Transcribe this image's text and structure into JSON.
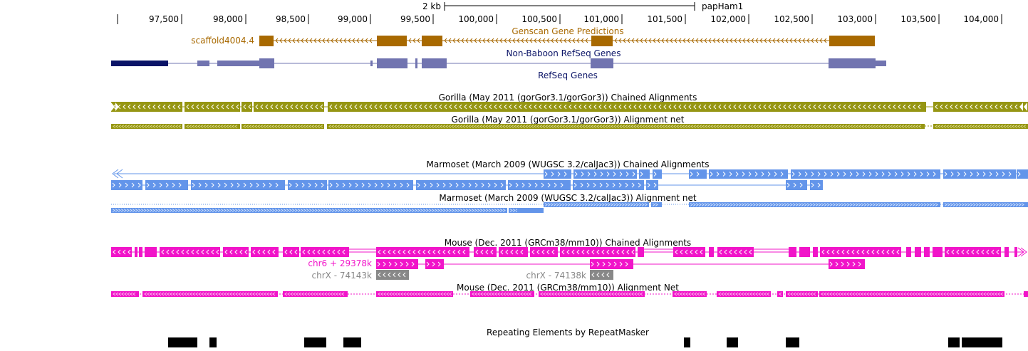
{
  "colors": {
    "genscan": "#A86900",
    "refseq_other": "#0B1467",
    "refseq": "#7174B0",
    "gorilla": "#969613",
    "marmoset": "#6395EA",
    "mouse": "#F114C9",
    "gray": "#888888",
    "repeat": "#000000"
  },
  "scale": {
    "label": "2 kb",
    "assembly": "papHam1"
  },
  "ruler": {
    "start": 97000,
    "end": 104250,
    "ticks": [
      "97,500",
      "98,000",
      "98,500",
      "99,000",
      "99,500",
      "100,000",
      "100,500",
      "101,000",
      "101,500",
      "102,000",
      "102,500",
      "103,000",
      "103,500",
      "104,000"
    ]
  },
  "tracks": {
    "genscan_title": "Genscan Gene Predictions",
    "genscan_item": "scaffold4004.4",
    "other_refseq_title": "Non-Baboon RefSeq Genes",
    "refseq_title": "RefSeq Genes",
    "gorilla_chain_title": "Gorilla (May 2011 (gorGor3.1/gorGor3)) Chained Alignments",
    "gorilla_net_title": "Gorilla (May 2011 (gorGor3.1/gorGor3)) Alignment net",
    "marmoset_chain_title": "Marmoset (March 2009 (WUGSC 3.2/calJac3)) Chained Alignments",
    "marmoset_net_title": "Marmoset (March 2009 (WUGSC 3.2/calJac3)) Alignment net",
    "mouse_chain_title": "Mouse (Dec. 2011 (GRCm38/mm10)) Chained Alignments",
    "mouse_chain_item1": "chr6 + 29378k",
    "mouse_chain_item2a": "chrX - 74143k",
    "mouse_chain_item2b": "chrX - 74138k",
    "mouse_net_title": "Mouse (Dec. 2011 (GRCm38/mm10)) Alignment Net",
    "repeat_title": "Repeating Elements by RepeatMasker"
  }
}
